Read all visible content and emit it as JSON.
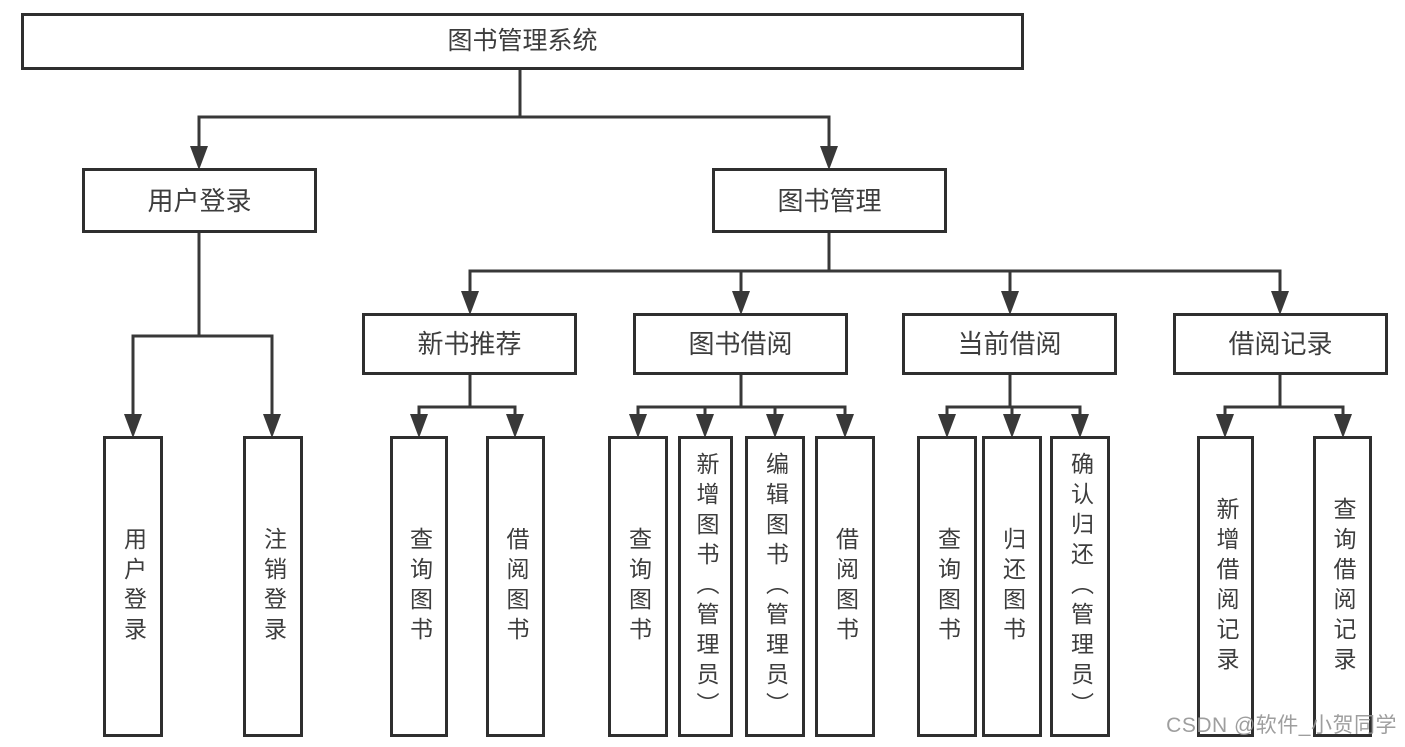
{
  "colors": {
    "background": "#ffffff",
    "line": "#383838",
    "box_border": "#2f2f2f",
    "box_fill": "#ffffff",
    "text": "#3d3d3d",
    "watermark": "#949494"
  },
  "tree": {
    "root": "图书管理系统",
    "branches": {
      "user_login": "用户登录",
      "book_mgmt": "图书管理"
    },
    "modules": {
      "new_book": "新书推荐",
      "borrow": "图书借阅",
      "current": "当前借阅",
      "records": "借阅记录"
    },
    "leaves": {
      "login": "用户登录",
      "logout": "注销登录",
      "nb_query": "查询图书",
      "nb_borrow": "借阅图书",
      "bw_query": "查询图书",
      "bw_add": "新增图书（管理员）",
      "bw_edit": "编辑图书（管理员）",
      "bw_borrow": "借阅图书",
      "cu_query": "查询图书",
      "cu_return": "归还图书",
      "cu_confirm": "确认归还（管理员）",
      "rc_add": "新增借阅记录",
      "rc_query": "查询借阅记录"
    }
  },
  "watermark": "CSDN @软件_小贺同学"
}
